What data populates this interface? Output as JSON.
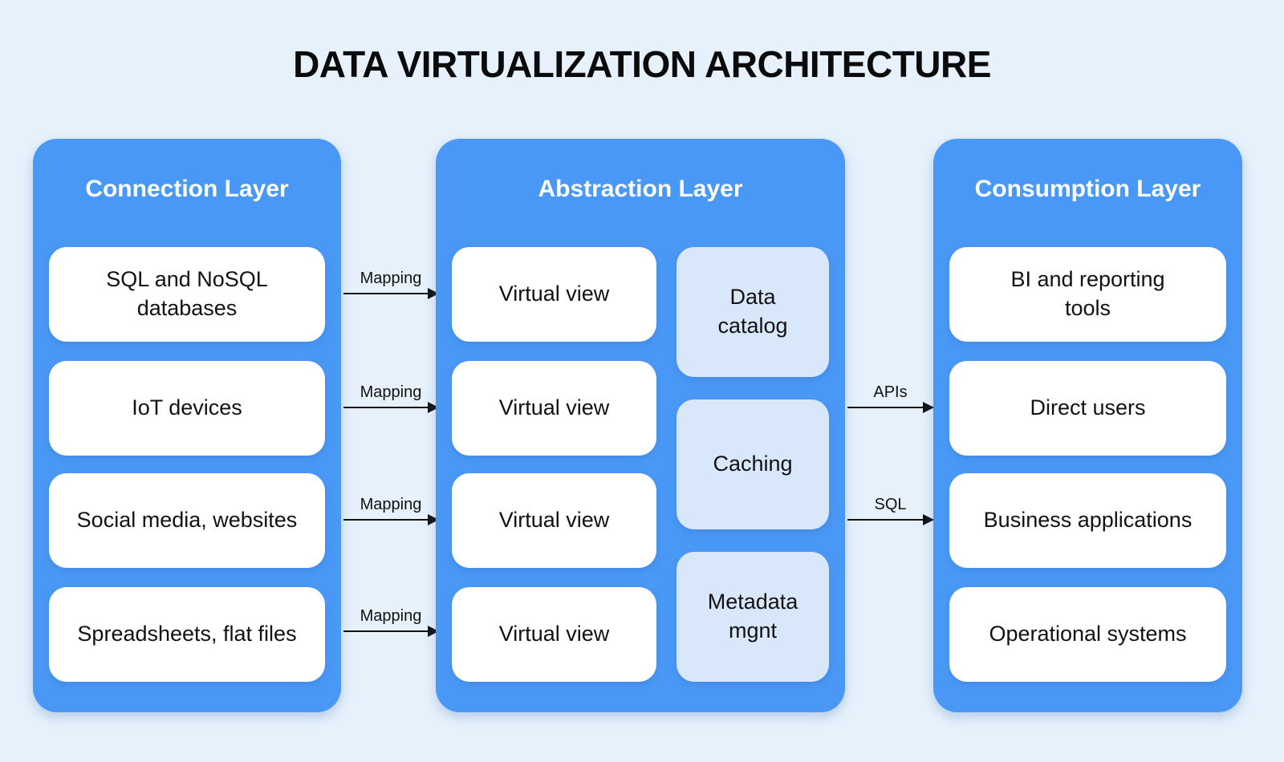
{
  "title": "DATA VIRTUALIZATION ARCHITECTURE",
  "colors": {
    "background": "#E6F1FB",
    "panel_blue": "#4A98F5",
    "service_box_blue": "#D9E7FB",
    "white_box": "#FFFFFF",
    "text_dark": "#111111",
    "text_on_panel": "#FFFFFF",
    "arrow": "#121212"
  },
  "connection_layer": {
    "label": "Connection Layer",
    "sources": [
      "SQL and  NoSQL databases",
      "IoT devices",
      "Social media, websites",
      "Spreadsheets, flat files"
    ]
  },
  "abstraction_layer": {
    "label": "Abstraction Layer",
    "virtual_views": [
      "Virtual view",
      "Virtual view",
      "Virtual view",
      "Virtual view"
    ],
    "services": [
      "Data catalog",
      "Caching",
      "Metadata mgnt"
    ]
  },
  "consumption_layer": {
    "label": "Consumption Layer",
    "consumers": [
      "BI and reporting tools",
      "Direct users",
      "Business applications",
      "Operational systems"
    ]
  },
  "arrows": {
    "mapping_labels": [
      "Mapping",
      "Mapping",
      "Mapping",
      "Mapping"
    ],
    "apis_label": "APIs",
    "sql_label": "SQL"
  }
}
